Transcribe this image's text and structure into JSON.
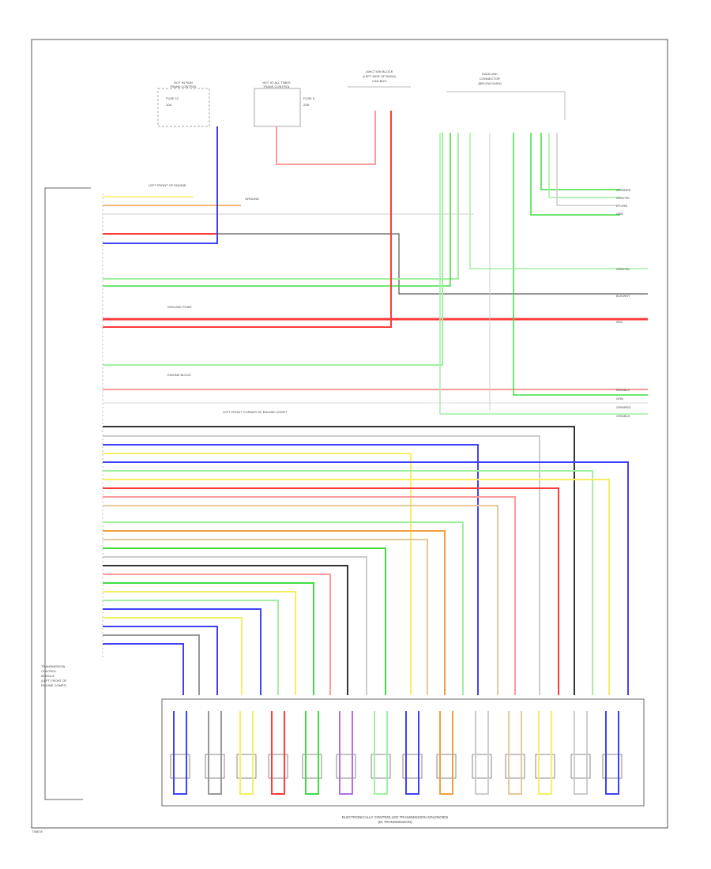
{
  "footer_code": "T45678",
  "ecm": {
    "label_lines": [
      "TRANSMISSION",
      "CONTROL",
      "MODULE",
      "(LEFT FRONT OF",
      "ENGINE COMPT)"
    ]
  },
  "connectors": {
    "hot_run": {
      "title": "HOT IN RUN",
      "subtitle": "TRANS CONTROL",
      "fuse": "FUSE 12",
      "note": "10A"
    },
    "hot_start": {
      "title": "HOT AT ALL TIMES",
      "subtitle": "TRANS CONTROL",
      "fuse": "FUSE 5",
      "note": "20A"
    },
    "junction": {
      "title": "JUNCTION BLOCK",
      "subtitle": "(LEFT SIDE OF DASH)",
      "note": "CAN BUS"
    },
    "right": {
      "title": "DATA LINK",
      "subtitle": "CONNECTOR",
      "note": "(BELOW DASH)"
    }
  },
  "annotations": {
    "left_ground": "LEFT FRONT OF ENGINE",
    "ground_a": "GROUND",
    "ground_b": "GROUND POINT",
    "ground_c": "ENGINE BLOCK",
    "power_note": "LEFT FRONT CORNER OF ENGINE COMPT"
  },
  "right_labels": {
    "r1": "GRN/RED",
    "r2": "GRN/YEL",
    "r3": "LT GRN",
    "r4": "GRN",
    "r5": "GRN/YEL",
    "r6": "BLK/WHT",
    "r7": "RED",
    "r8": "RED/BLK",
    "r9": "GRN",
    "r10": "GRN/RED",
    "r11": "GRN/BLK"
  },
  "solenoid_block": {
    "title": "ELECTRONICALLY CONTROLLED TRANSMISSION SOLENOIDS",
    "subtitle": "(IN TRANSMISSION)"
  },
  "wire_colors": {
    "blue": "#4040ff",
    "red": "#ff3a3a",
    "pink": "#ff9a9a",
    "green": "#40dd40",
    "light_green": "#a0f0a0",
    "yellow": "#f5f060",
    "orange": "#f0a040",
    "tan": "#e8c89a",
    "gray": "#999999",
    "black": "#333333",
    "violet": "#b070e0"
  }
}
